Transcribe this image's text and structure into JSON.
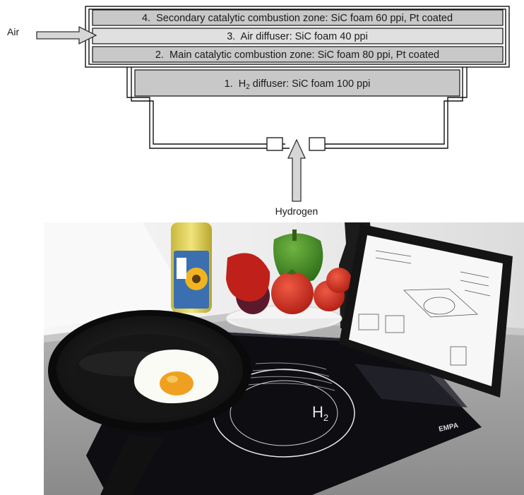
{
  "diagram": {
    "inlet_air_label": "Air",
    "inlet_hydrogen_label": "Hydrogen",
    "layers": [
      {
        "number": "4.",
        "text": "Secondary catalytic combustion zone: SiC foam 60 ppi, Pt coated"
      },
      {
        "number": "3.",
        "text": "Air diffuser: SiC foam 40 ppi"
      },
      {
        "number": "2.",
        "text": "Main catalytic combustion zone: SiC foam 80 ppi, Pt coated"
      },
      {
        "number": "1.",
        "text_prefix": "H",
        "subscript": "2",
        "text_suffix": " diffuser: SiC foam 100 ppi"
      }
    ]
  },
  "photo": {
    "hob_marking": "H",
    "hob_marking_subscript": "2",
    "brand_label": "EMPA"
  },
  "colors": {
    "layer_fill": "#c8c8c8",
    "air_diffuser_fill": "#e0e0e0",
    "outline": "#111111",
    "pan": "#1a1a1a",
    "hob_glass": "#0d0d12",
    "countertop": "#9a9a9a",
    "tomato": "#c8281e",
    "pepper_green": "#2f7a1e",
    "pepper_red": "#c0201a",
    "egg_yolk": "#f0a020"
  }
}
